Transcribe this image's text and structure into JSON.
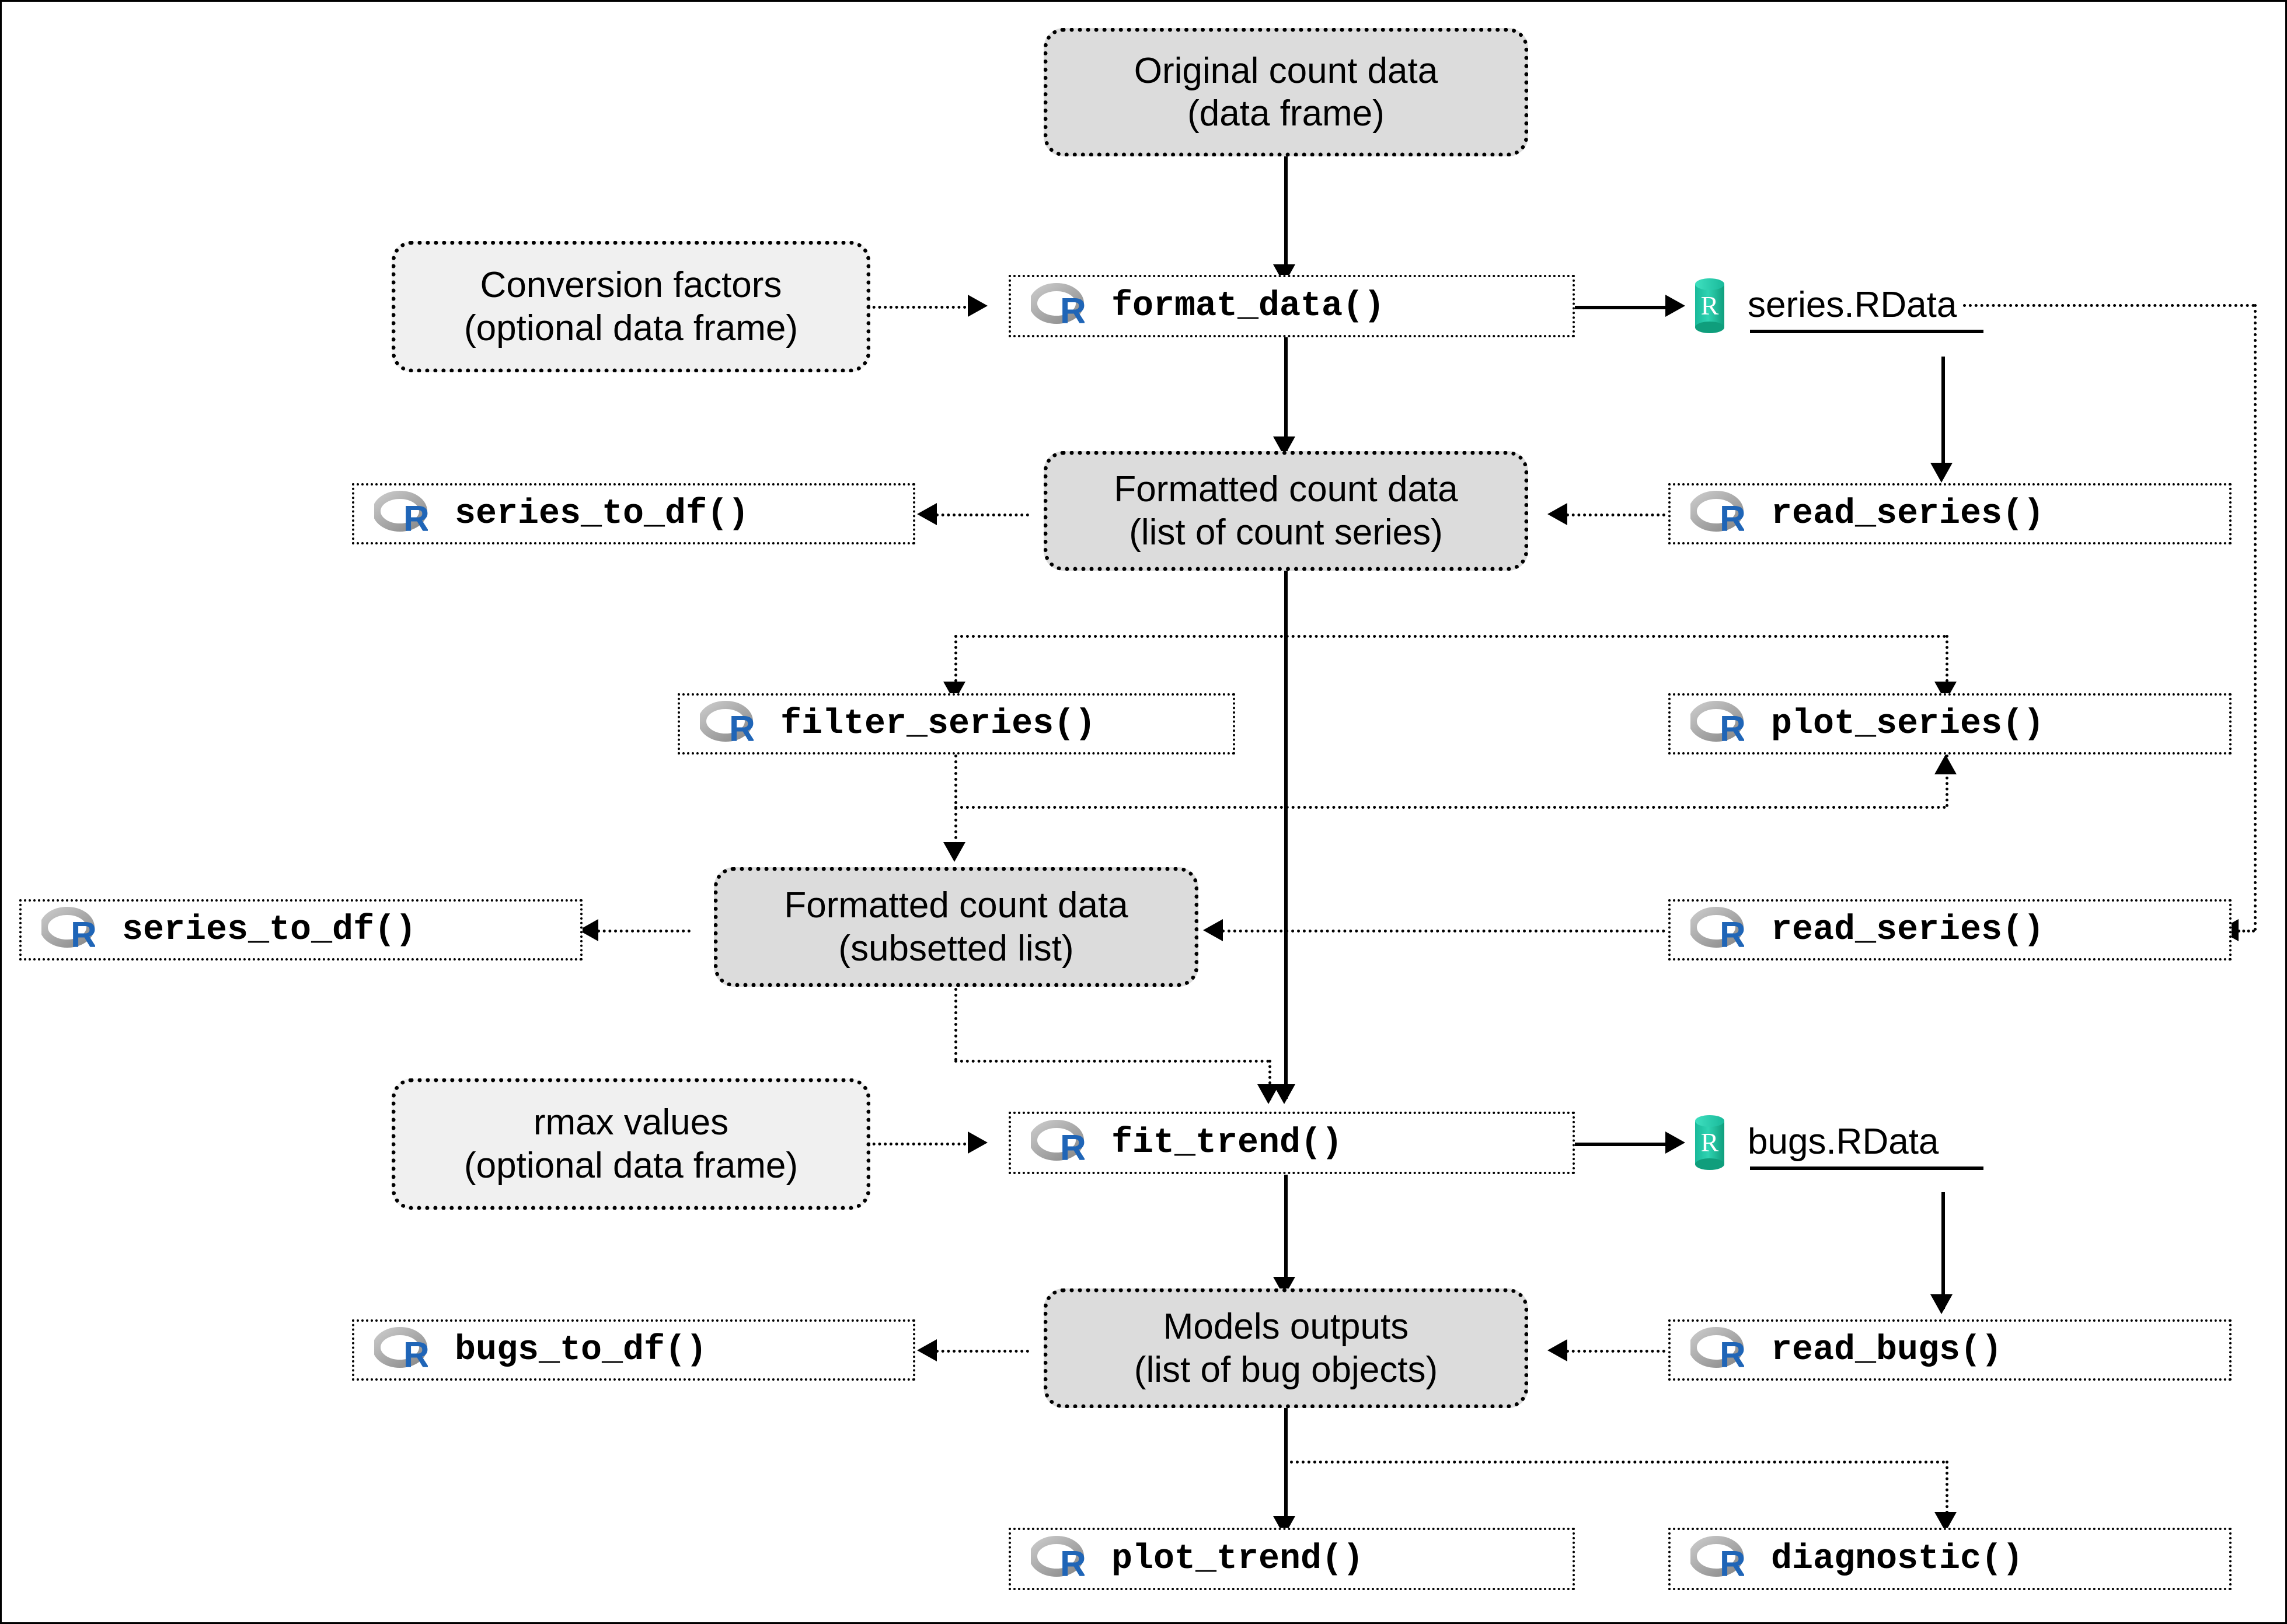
{
  "diagram": {
    "title": "R package workflow diagram",
    "colors": {
      "data_node_fill": "#dcdcdc",
      "optional_node_fill": "#f0f0f0",
      "r_logo_blue": "#1f65b7",
      "r_logo_gray": "#9b9b9b",
      "db_icon_teal": "#1fba96",
      "stroke": "#000000",
      "background": "#ffffff"
    },
    "icons": {
      "r_logo": "r-logo-icon",
      "rdata_file": "database-cylinder-icon"
    }
  },
  "nodes": {
    "original_count_data": {
      "line1": "Original count data",
      "line2": "(data frame)",
      "kind": "data"
    },
    "conversion_factors": {
      "line1": "Conversion factors",
      "line2": "(optional data frame)",
      "kind": "data-optional"
    },
    "format_data": {
      "label": "format_data()",
      "kind": "function"
    },
    "series_rdata": {
      "label": "series.RData",
      "kind": "file"
    },
    "formatted_count_data": {
      "line1": "Formatted count data",
      "line2": "(list of count series)",
      "kind": "data"
    },
    "series_to_df_top": {
      "label": "series_to_df()",
      "kind": "function"
    },
    "read_series_top": {
      "label": "read_series()",
      "kind": "function"
    },
    "filter_series": {
      "label": "filter_series()",
      "kind": "function"
    },
    "plot_series": {
      "label": "plot_series()",
      "kind": "function"
    },
    "series_to_df_bottom": {
      "label": "series_to_df()",
      "kind": "function"
    },
    "formatted_subset": {
      "line1": "Formatted count data",
      "line2": "(subsetted list)",
      "kind": "data"
    },
    "read_series_bottom": {
      "label": "read_series()",
      "kind": "function"
    },
    "rmax_values": {
      "line1": "rmax values",
      "line2": "(optional data frame)",
      "kind": "data-optional"
    },
    "fit_trend": {
      "label": "fit_trend()",
      "kind": "function"
    },
    "bugs_rdata": {
      "label": "bugs.RData",
      "kind": "file"
    },
    "bugs_to_df": {
      "label": "bugs_to_df()",
      "kind": "function"
    },
    "models_outputs": {
      "line1": "Models outputs",
      "line2": "(list of bug objects)",
      "kind": "data"
    },
    "read_bugs": {
      "label": "read_bugs()",
      "kind": "function"
    },
    "plot_trend": {
      "label": "plot_trend()",
      "kind": "function"
    },
    "diagnostic": {
      "label": "diagnostic()",
      "kind": "function"
    }
  },
  "icon_letters": {
    "r_logo_letter": "R",
    "db_letter": "R"
  }
}
